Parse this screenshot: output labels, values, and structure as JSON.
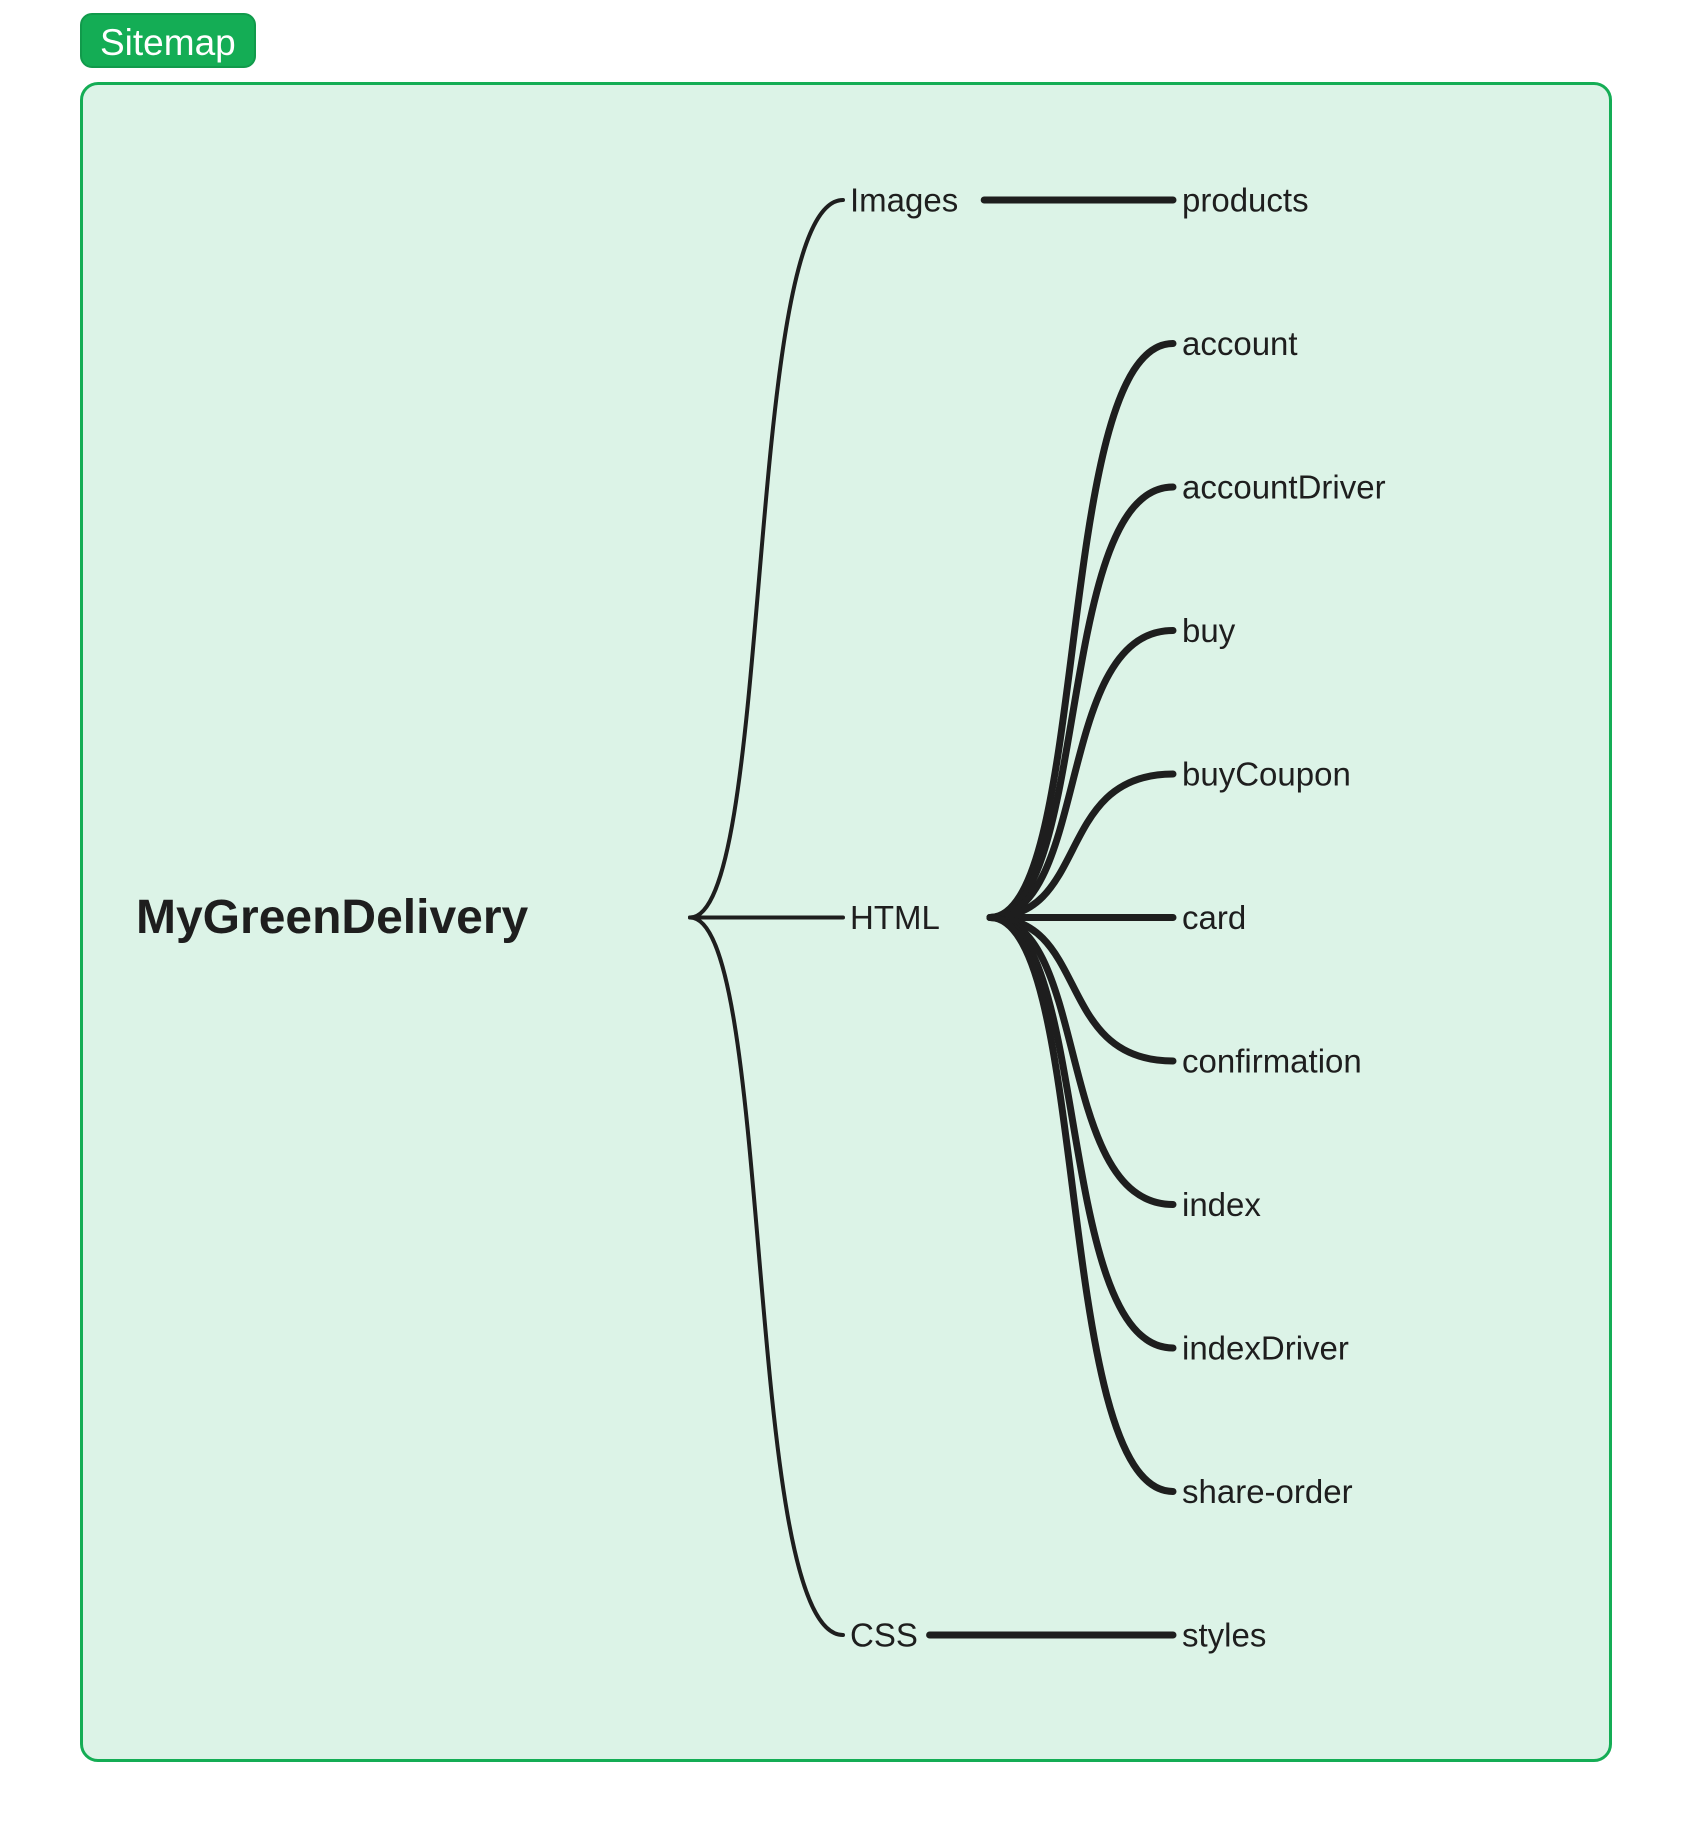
{
  "frame": {
    "title": "Sitemap",
    "fill_color": "#dcf3e7",
    "border_color": "#14ad55",
    "tab_color": "#14ad55"
  },
  "tree": {
    "root": "MyGreenDelivery",
    "branches": [
      {
        "label": "Images",
        "children": [
          "products"
        ]
      },
      {
        "label": "HTML",
        "children": [
          "account",
          "accountDriver",
          "buy",
          "buyCoupon",
          "card",
          "confirmation",
          "index",
          "indexDriver",
          "share-order"
        ]
      },
      {
        "label": "CSS",
        "children": [
          "styles"
        ]
      }
    ]
  },
  "line_color": "#1e1e1e"
}
